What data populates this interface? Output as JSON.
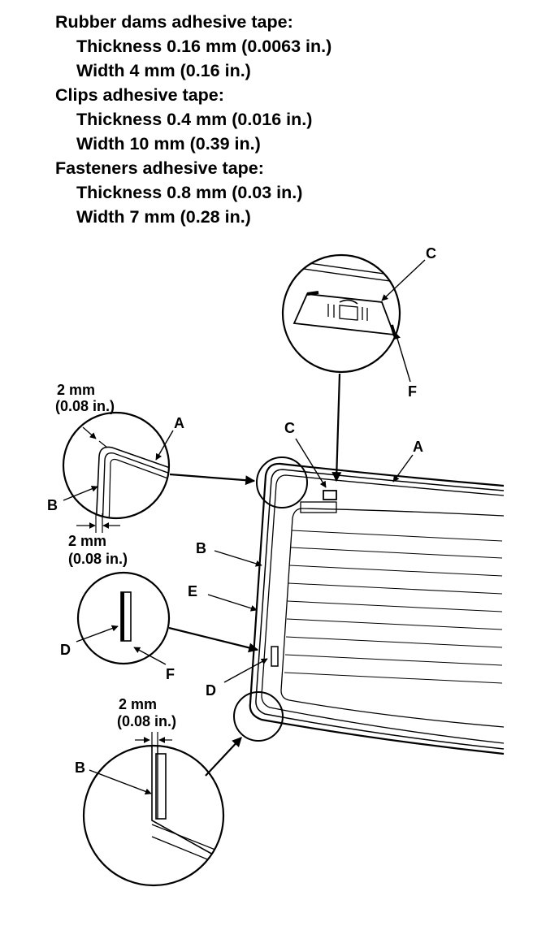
{
  "spec": {
    "rubber_dams": {
      "heading": "Rubber dams adhesive tape:",
      "thickness": "Thickness 0.16 mm (0.0063 in.)",
      "width": "Width 4 mm (0.16 in.)"
    },
    "clips": {
      "heading": "Clips adhesive tape:",
      "thickness": "Thickness 0.4 mm (0.016 in.)",
      "width": "Width 10 mm (0.39 in.)"
    },
    "fasteners": {
      "heading": "Fasteners adhesive tape:",
      "thickness": "Thickness 0.8 mm (0.03 in.)",
      "width": "Width 7 mm (0.28 in.)"
    }
  },
  "callouts": {
    "a": "A",
    "b": "B",
    "c": "C",
    "d": "D",
    "e": "E",
    "f": "F"
  },
  "dimensions": {
    "mm": "2 mm",
    "inch": "(0.08 in.)"
  }
}
